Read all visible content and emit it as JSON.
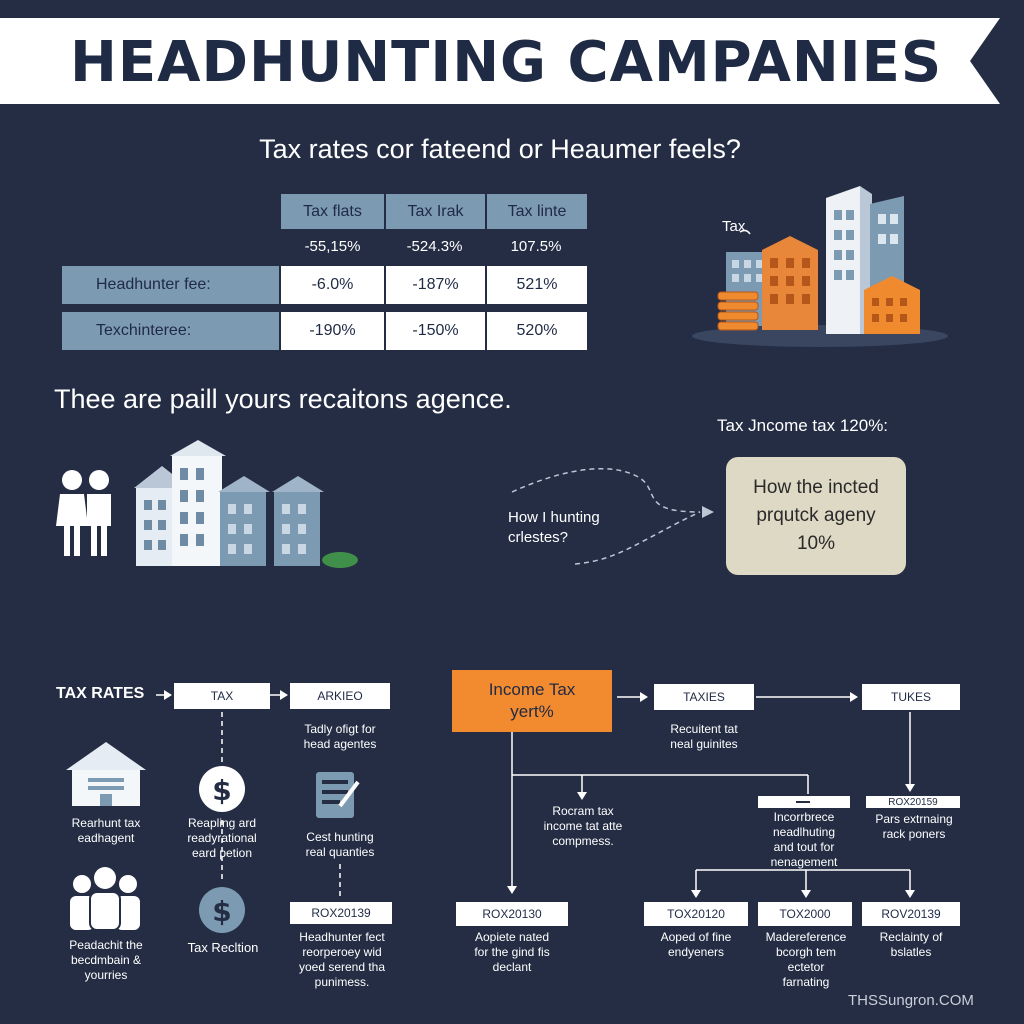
{
  "banner": {
    "title": "HEADHUNTING  CAMPANIES"
  },
  "subtitle": "Tax rates cor fateend or Heaumer feels?",
  "table": {
    "headers": [
      "Tax flats",
      "Tax Irak",
      "Tax linte"
    ],
    "top_values": [
      "-55,15%",
      "-524.3%",
      "107.5%"
    ],
    "rows": [
      {
        "label": "Headhunter fee:",
        "values": [
          "-6.0%",
          "-187%",
          "521%"
        ]
      },
      {
        "label": "Texchinteree:",
        "values": [
          "-190%",
          "-150%",
          "520%"
        ]
      }
    ]
  },
  "city_label": "Tax",
  "section_title": "Thee are paill yours recaitons agence.",
  "right_note": "Tax Jncome tax 120%:",
  "hunt_question": [
    "How I hunting",
    "crlestes?"
  ],
  "callout": [
    "How the incted",
    "prqutck ageny",
    "10%"
  ],
  "flow": {
    "tax_rates_label": "TAX RATES",
    "box_tax": "TAX",
    "box_arkieo": "ARKIEO",
    "caption_arkieo": [
      "Tadly ofigt for",
      "head agentes"
    ],
    "caption_house": [
      "Rearhunt tax",
      "eadhagent"
    ],
    "caption_dollar": [
      "Reapling ard",
      "readyrational",
      "eard petion"
    ],
    "caption_clipboard": [
      "Cest hunting",
      "real quanties"
    ],
    "caption_people": [
      "Peadachit the",
      "becdmbain &",
      "yourries"
    ],
    "tax_reaction": "Tax Recltion",
    "box_rox_left": "ROX20139",
    "caption_rox_left": [
      "Headhunter fect",
      "reorperoey wid",
      "yoed serend tha",
      "punimess."
    ],
    "income_tax": [
      "Income Tax",
      "yert%"
    ],
    "box_taxies": "TAXIES",
    "caption_taxies": [
      "Recuitent tat",
      "neal guinites"
    ],
    "box_tukes": "TUKES",
    "caption_rocram": [
      "Rocram tax",
      "income tat atte",
      "compmess."
    ],
    "caption_dash": [
      "Incorrbrece",
      "neadlhuting",
      "and tout for",
      "nenagement"
    ],
    "box_rox_small": "ROX20159",
    "caption_rox_small": [
      "Pars extrnaing",
      "rack poners"
    ],
    "box_rox_mid": "ROX20130",
    "caption_rox_mid": [
      "Aopiete nated",
      "for the gind fis",
      "declant"
    ],
    "box_tox1": "TOX20120",
    "caption_tox1": [
      "Aoped of fine",
      "endyeners"
    ],
    "box_tox2": "TOX2000",
    "caption_tox2": [
      "Madereference",
      "bcorgh tem",
      "ectetor",
      "farnating"
    ],
    "box_rov": "ROV20139",
    "caption_rov": [
      "Reclainty of",
      "bslatles"
    ]
  },
  "footer": "THSSungron.COM",
  "colors": {
    "background": "#242d44",
    "accent_orange": "#f28a2f",
    "steel_blue": "#7d9ab3",
    "callout_beige": "#ddd9c4"
  }
}
